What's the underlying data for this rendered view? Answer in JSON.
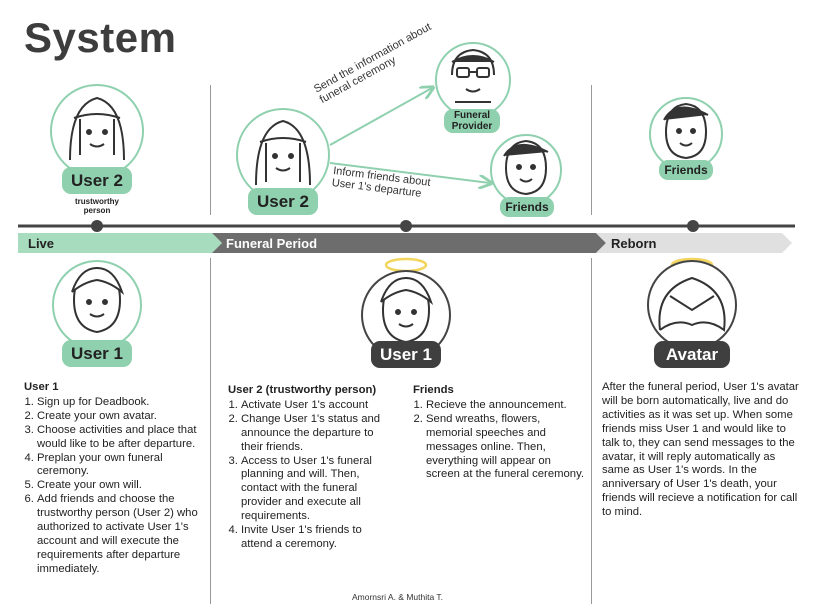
{
  "title": "System",
  "phases": {
    "live": "Live",
    "funeral": "Funeral Period",
    "reborn": "Reborn"
  },
  "badges": {
    "user2_top": "User 2",
    "trustworthy_note": "trustworthy person",
    "user2_mid": "User 2",
    "funeral_provider": "Funeral Provider",
    "friends_mid": "Friends",
    "friends_right": "Friends",
    "user1_left": "User 1",
    "user1_mid": "User 1",
    "avatar": "Avatar"
  },
  "arrows": {
    "to_provider": "Send the information about funeral ceremony",
    "to_friends": "Inform friends about User 1's departure"
  },
  "user1_block": {
    "heading": "User 1",
    "items": [
      "Sign up for Deadbook.",
      "Create your own avatar.",
      "Choose activities and place that would like to be after departure.",
      "Preplan your own funeral ceremony.",
      "Create your own will.",
      "Add friends and choose the trustworthy person (User 2) who authorized to activate User 1's account and will execute the requirements after departure immediately."
    ]
  },
  "user2_block": {
    "heading": "User 2 (trustworthy person)",
    "items": [
      "Activate User 1's account",
      "Change User 1's status and announce the departure to their friends.",
      "Access to User 1's funeral planning and will. Then, contact with the funeral provider and execute all requirements.",
      "Invite User 1's friends to attend a ceremony."
    ]
  },
  "friends_block": {
    "heading": "Friends",
    "items": [
      "Recieve the announcement.",
      "Send wreaths, flowers, memorial speeches and messages online. Then, everything will appear on screen at the funeral ceremony."
    ]
  },
  "reborn_text": "After the funeral period, User 1's avatar will be born automatically, live and do activities as it was set up. When some friends miss User 1 and would like to talk to, they can send messages to the avatar, it will reply automatically as same as User 1's words. In the anniversary of User 1's death, your friends will recieve a notification for call to mind.",
  "credit": "Amornsri A. & Muthita T.",
  "colors": {
    "green": "#8fd0ae",
    "dark": "#3f3f3f",
    "halo": "#f2d55c"
  }
}
